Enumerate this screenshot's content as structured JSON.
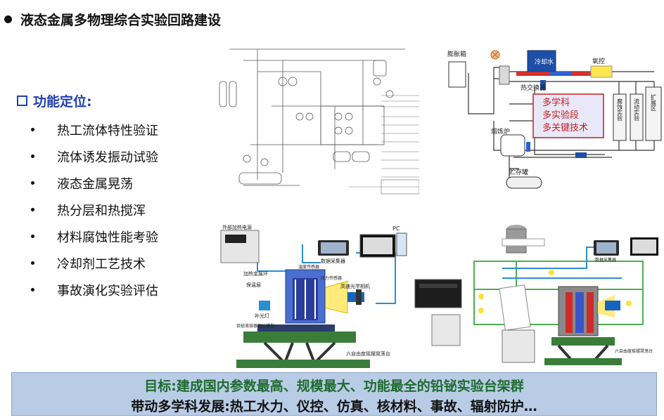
{
  "slide": {
    "title": "液态金属多物理综合实验回路建设",
    "function_heading": "功能定位:",
    "functions": [
      "热工流体特性验证",
      "流体诱发振动试验",
      "液态金属晃荡",
      "热分层和热搅浑",
      "材料腐蚀性能考验",
      "冷却剂工艺技术",
      "事故演化实验评估"
    ]
  },
  "loop_schematic": {
    "labels": {
      "expansion_tank": "膨胀箱",
      "cooling_water": "冷却水",
      "oxygen_control": "氧控",
      "heat_exchanger": "热交换器",
      "melting_furnace": "熔炼炉",
      "storage_tank": "贮存罐",
      "corrosion_test": "腐蚀实验",
      "flow_test": "流动实验",
      "expansion_zone": "扩展区"
    },
    "highlights": [
      "多学科",
      "多实验段",
      "多关键技术"
    ]
  },
  "sloshing_setup": {
    "labels": {
      "external_power": "外部加热电源",
      "pc": "PC",
      "data_collector": "数据采集器",
      "heated_vessel": "加热金属环",
      "insulation": "保温层",
      "fill_lamp": "补光灯",
      "temp_sensor": "温度传感器",
      "pressure_sensor": "压力传感器",
      "camera": "高速光学相机",
      "vessel_model": "铅铋液容器缩比模型",
      "platform": "六自由度摇摆晃荡台"
    }
  },
  "platform_system": {
    "labels": {
      "platform": "六自由度摇摆晃荡台",
      "data_collector": "数据采集器"
    }
  },
  "goal": {
    "line1": "目标:建成国内参数最高、规模最大、功能最全的铅铋实验台架群",
    "line2": "带动多学科发展:热工水力、仪控、仿真、核材料、事故、辐射防护…"
  }
}
